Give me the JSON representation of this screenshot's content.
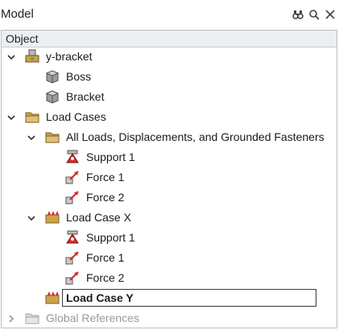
{
  "panel": {
    "title": "Model",
    "column_header": "Object",
    "toolbar_icons": [
      "binoculars-icon",
      "search-icon",
      "close-icon"
    ]
  },
  "tree": [
    {
      "label": "y-bracket",
      "icon": "assembly-icon",
      "expanded": true
    },
    {
      "label": "Boss",
      "icon": "part-cube-icon"
    },
    {
      "label": "Bracket",
      "icon": "part-cube-icon"
    },
    {
      "label": "Load Cases",
      "icon": "folder-icon",
      "expanded": true
    },
    {
      "label": "All Loads, Displacements, and Grounded Fasteners",
      "icon": "folder-icon",
      "expanded": true
    },
    {
      "label": "Support 1",
      "icon": "support-icon"
    },
    {
      "label": "Force 1",
      "icon": "force-icon"
    },
    {
      "label": "Force 2",
      "icon": "force-icon"
    },
    {
      "label": "Load Case X",
      "icon": "load-case-icon",
      "expanded": true
    },
    {
      "label": "Support 1",
      "icon": "support-icon"
    },
    {
      "label": "Force 1",
      "icon": "force-icon"
    },
    {
      "label": "Force 2",
      "icon": "force-icon"
    },
    {
      "label": "Load Case Y",
      "icon": "load-case-icon",
      "selected": true
    },
    {
      "label": "Global References",
      "icon": "folder-icon",
      "expanded": false,
      "disabled": true
    }
  ],
  "colors": {
    "selection_border": "#3a3a3a",
    "folder": "#c9a44a",
    "support": "#d22b2b"
  }
}
